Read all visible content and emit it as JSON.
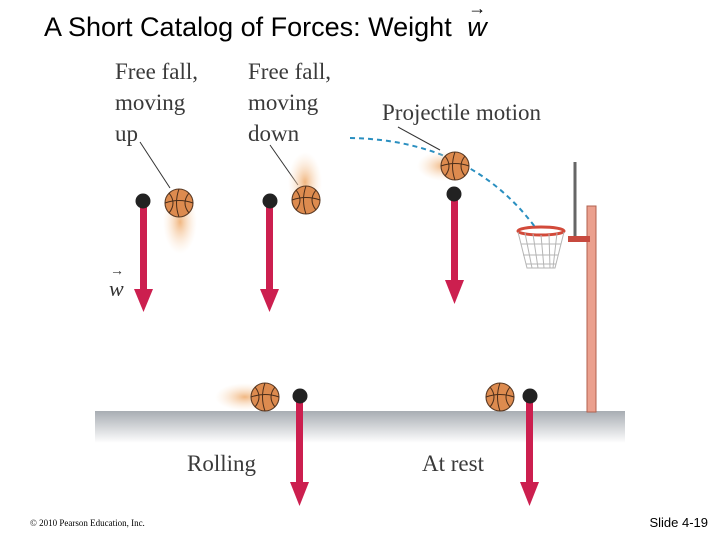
{
  "title": {
    "text": "A Short Catalog of Forces: Weight",
    "vector_symbol": "w",
    "arrow": "→"
  },
  "labels": {
    "free_fall_up": [
      "Free fall,",
      "moving",
      "up"
    ],
    "free_fall_down": [
      "Free fall,",
      "moving",
      "down"
    ],
    "projectile": "Projectile motion",
    "rolling": "Rolling",
    "at_rest": "At rest"
  },
  "weight_label": "w",
  "footer": {
    "copyright": "© 2010 Pearson Education, Inc.",
    "slide_number": "Slide 4-19"
  },
  "colors": {
    "arrow": "#cc1f4f",
    "ball": "#d9844a",
    "ball_blur": "#f3c79a",
    "ground": "#b9bec4",
    "pole": "#e8907c",
    "trajectory": "#2a8fc0",
    "net": "#aaaaaa"
  }
}
